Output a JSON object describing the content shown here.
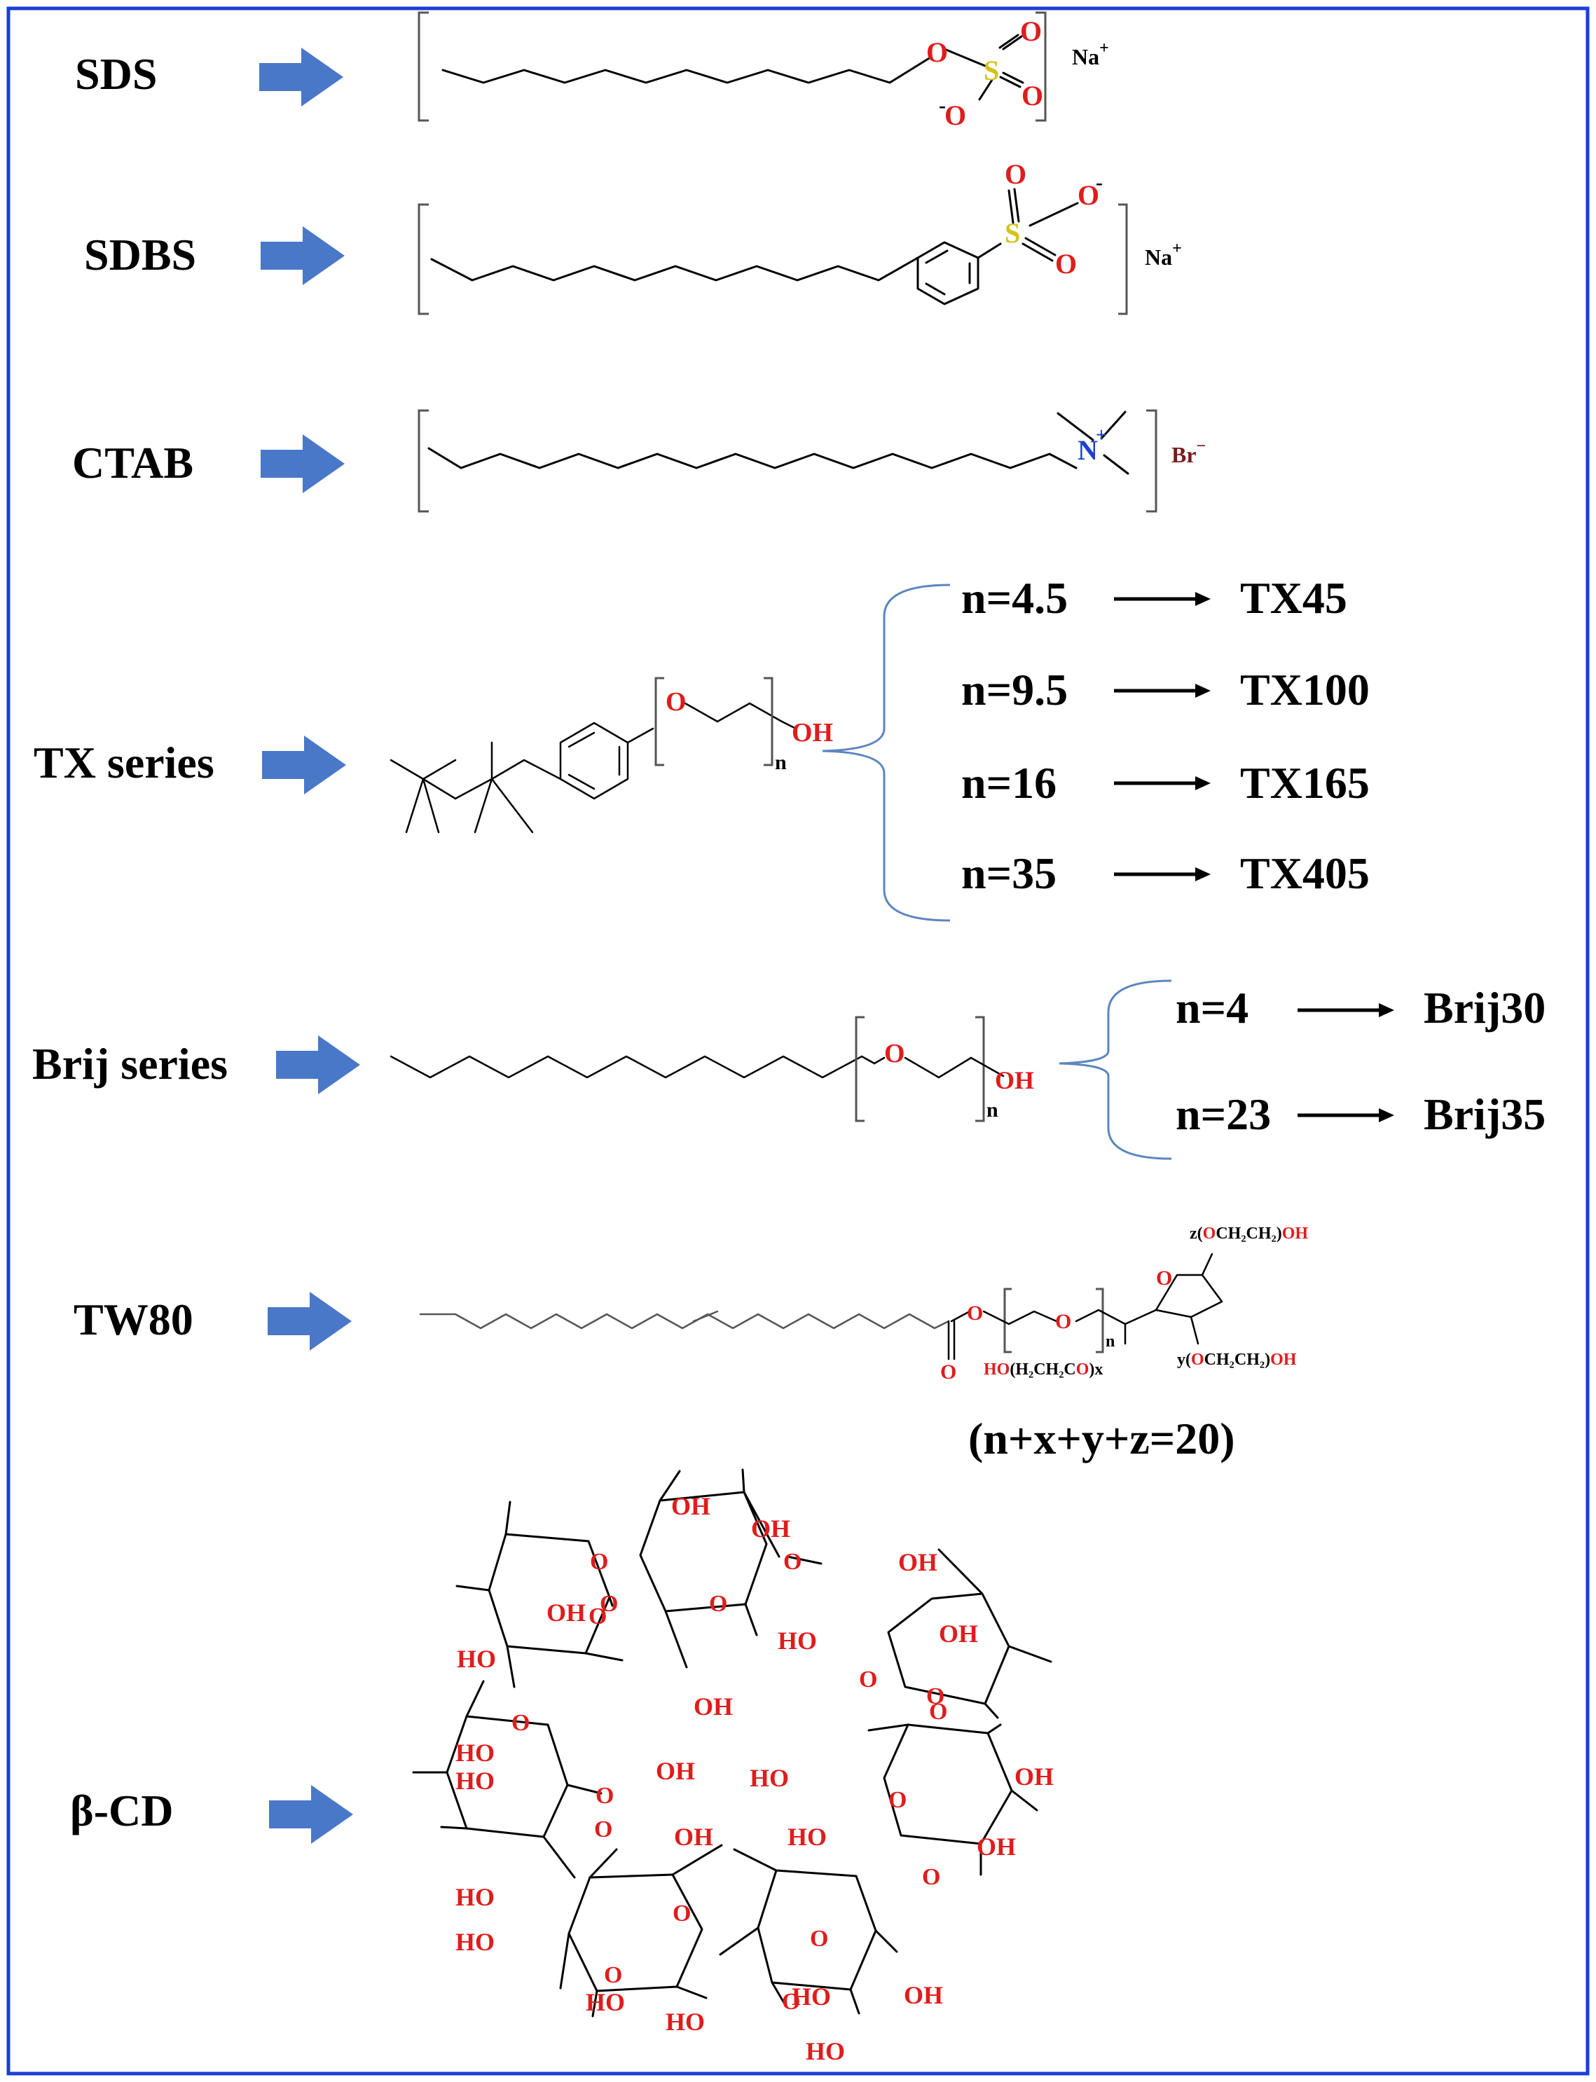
{
  "colors": {
    "frame": "#1a3fd6",
    "arrow": "#4a78c8",
    "oxygen": "#e01c1c",
    "sulfur": "#d4c21a",
    "nitrogen": "#1f3fd0",
    "bromine": "#7a1a1a",
    "brace": "#5b86c0"
  },
  "rows": [
    {
      "name": "SDS",
      "counterion": "Na",
      "counterion_charge": "+",
      "atoms": [
        "O",
        "S",
        "O",
        "O",
        "O"
      ],
      "charges": [
        "-"
      ]
    },
    {
      "name": "SDBS",
      "counterion": "Na",
      "counterion_charge": "+",
      "atoms": [
        "O",
        "S",
        "O",
        "O"
      ],
      "charges": [
        "-"
      ]
    },
    {
      "name": "CTAB",
      "counterion": "Br",
      "counterion_charge": "−",
      "atoms": [
        "N"
      ],
      "charges": [
        "+"
      ]
    },
    {
      "name": "TX series",
      "atoms": [
        "O",
        "OH"
      ],
      "repeat_subscript": "n",
      "members": [
        {
          "n": "n=4.5",
          "product": "TX45"
        },
        {
          "n": "n=9.5",
          "product": "TX100"
        },
        {
          "n": "n=16",
          "product": "TX165"
        },
        {
          "n": "n=35",
          "product": "TX405"
        }
      ]
    },
    {
      "name": "Brij series",
      "atoms": [
        "O",
        "OH"
      ],
      "repeat_subscript": "n",
      "members": [
        {
          "n": "n=4",
          "product": "Brij30"
        },
        {
          "n": "n=23",
          "product": "Brij35"
        }
      ]
    },
    {
      "name": "TW80",
      "atoms": [
        "O",
        "O",
        "O",
        "O"
      ],
      "repeat_subscript": "n",
      "groups": {
        "z": {
          "prefix": "z(",
          "o": "O",
          "chain": "CH₂CH₂)",
          "oh": "OH"
        },
        "y": {
          "prefix": "y(",
          "o": "O",
          "chain": "CH₂CH₂)",
          "oh": "OH"
        },
        "x": {
          "ho": "HO",
          "chain": "(H₂CH₂C",
          "o": "O",
          "suffix": ")x"
        }
      },
      "constraint": "(n+x+y+z=20)"
    },
    {
      "name": "β-CD",
      "hydroxyl_label": "HO",
      "hydroxyl_label_alt": "OH",
      "oxygen_label": "O"
    }
  ]
}
